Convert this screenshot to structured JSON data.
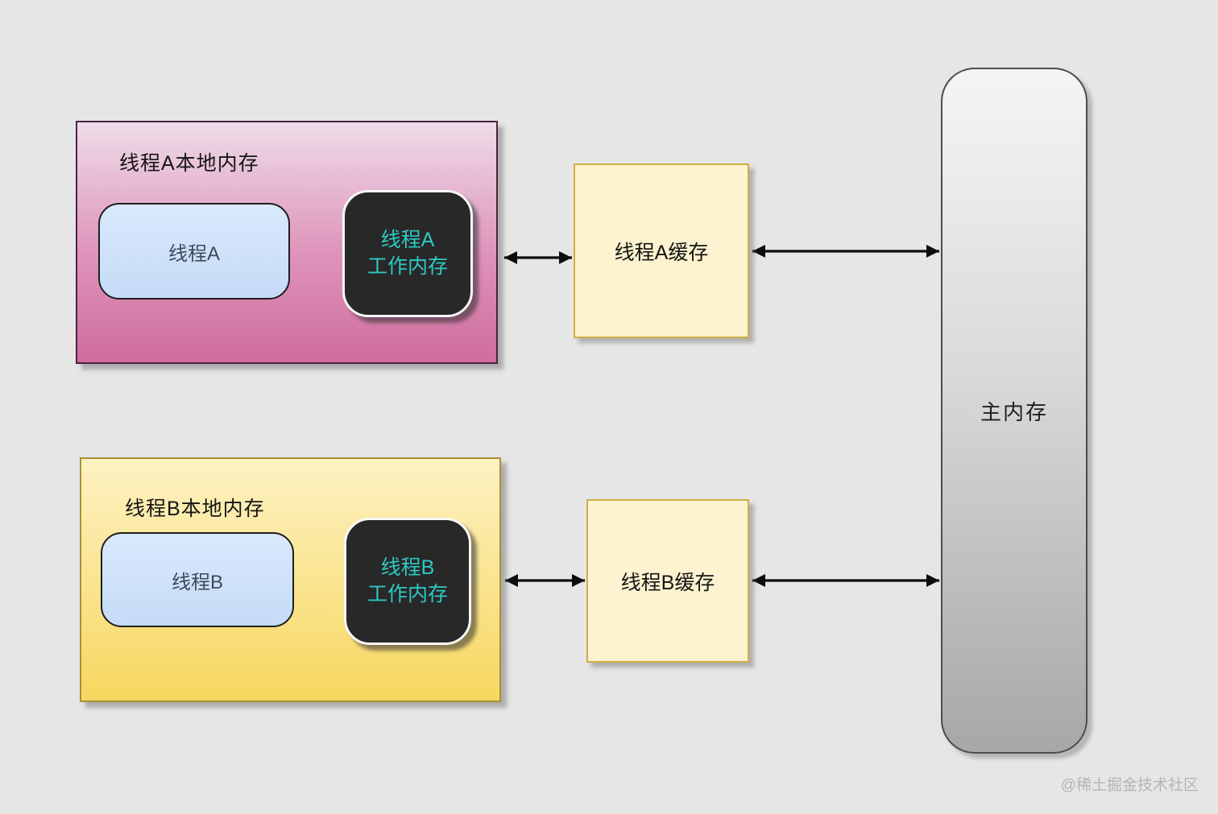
{
  "diagram": {
    "thread_a_local_memory": {
      "title": "线程A本地内存",
      "thread_label": "线程A",
      "working_memory_line1": "线程A",
      "working_memory_line2": "工作内存"
    },
    "thread_b_local_memory": {
      "title": "线程B本地内存",
      "thread_label": "线程B",
      "working_memory_line1": "线程B",
      "working_memory_line2": "工作内存"
    },
    "thread_a_cache_label": "线程A缓存",
    "thread_b_cache_label": "线程B缓存",
    "main_memory_label": "主内存"
  },
  "watermark_text": "@稀土掘金技术社区",
  "colors": {
    "canvas_bg": "#e6e6e6",
    "pink_top": "#eedce8",
    "pink_bottom": "#cf6d9e",
    "pink_border": "#4a2342",
    "yellow_top": "#fdf2c3",
    "yellow_bottom": "#f7d75f",
    "yellow_border": "#ab8f35",
    "cream_fill": "#fdf3d0",
    "cream_border": "#cfae43",
    "dark_fill": "#282828",
    "teal_text": "#2dc9c4",
    "gray_top": "#f5f5f5",
    "gray_bottom": "#a7a7a7",
    "arrow": "#0d0d0d",
    "watermark": "#b4b4b4"
  }
}
